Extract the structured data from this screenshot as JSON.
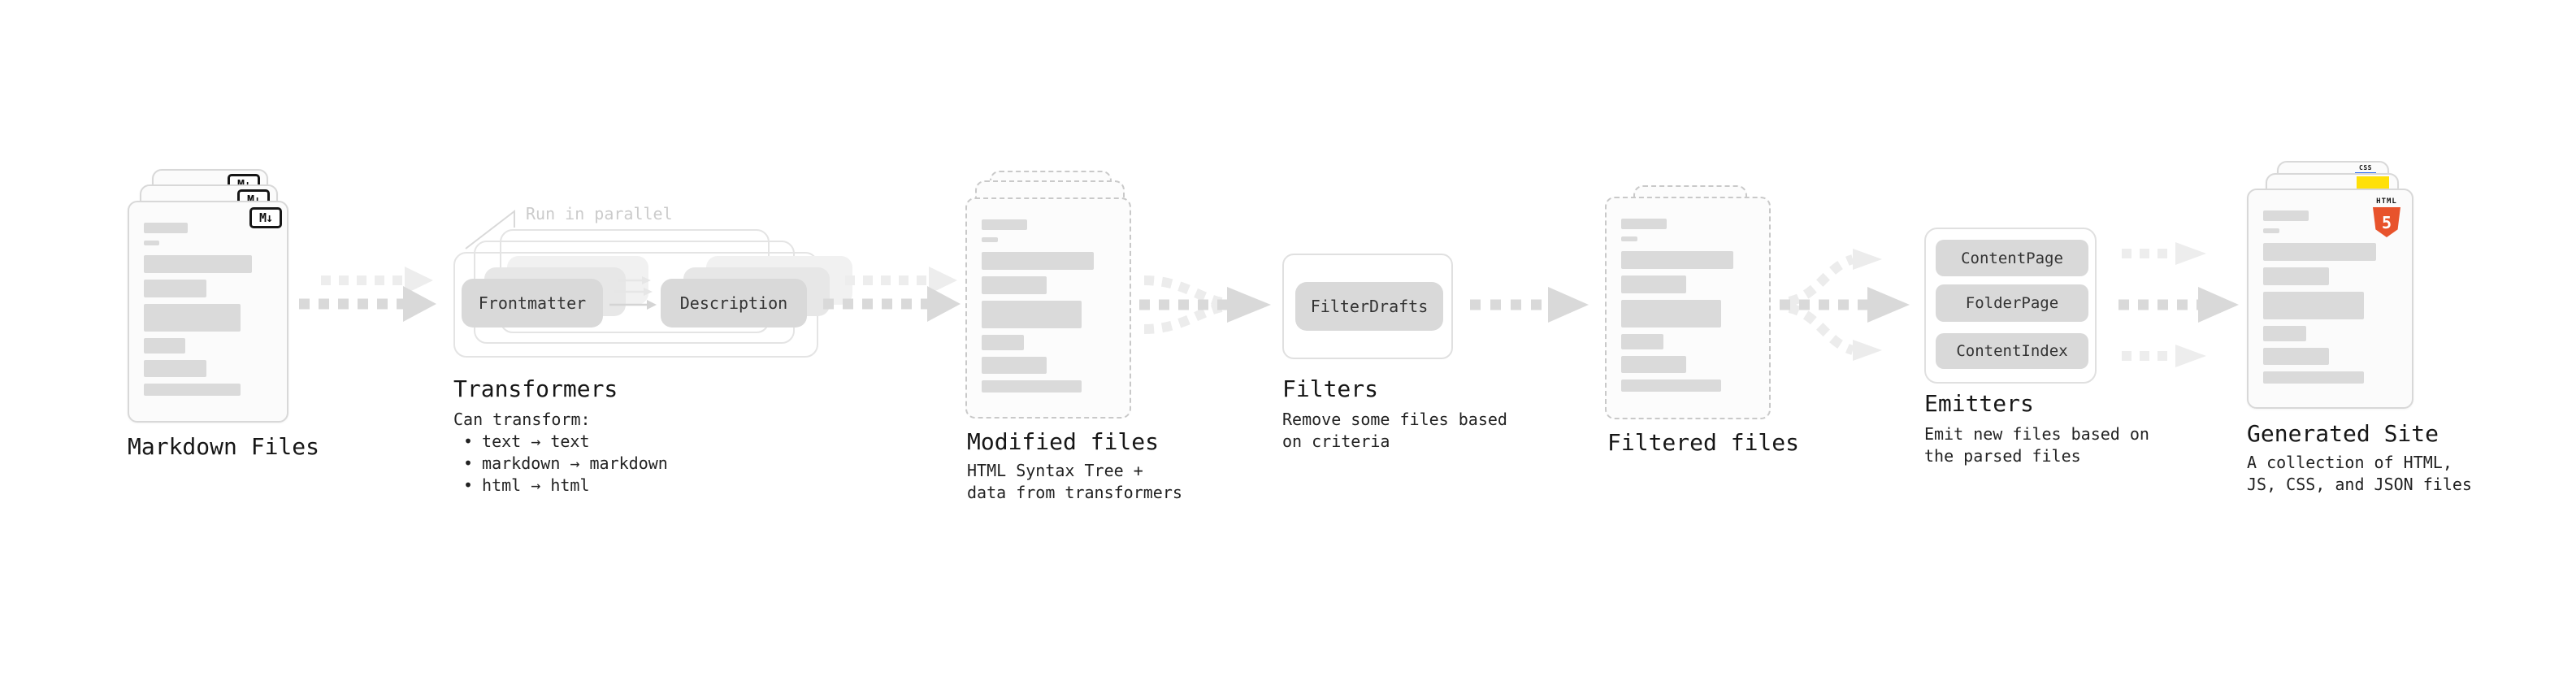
{
  "ui": {
    "bullet": "•"
  },
  "stations": {
    "markdown": {
      "title": "Markdown Files",
      "badge": "M↓"
    },
    "transformers": {
      "title": "Transformers",
      "annotation": "Run in parallel",
      "node1": "Frontmatter",
      "node2": "Description",
      "desc": "Can transform:",
      "bullets": [
        "text → text",
        "markdown → markdown",
        "html → html"
      ]
    },
    "modified": {
      "title": "Modified files",
      "desc1": "HTML Syntax Tree +",
      "desc2": "data from transformers"
    },
    "filters": {
      "title": "Filters",
      "node1": "FilterDrafts",
      "desc1": "Remove some files based",
      "desc2": "on criteria"
    },
    "filtered": {
      "title": "Filtered files"
    },
    "emitters": {
      "title": "Emitters",
      "node1": "ContentPage",
      "node2": "FolderPage",
      "node3": "ContentIndex",
      "desc1": "Emit new files based on",
      "desc2": "the parsed files"
    },
    "generated": {
      "title": "Generated Site",
      "desc1": "A collection of HTML,",
      "desc2": "JS, CSS, and JSON files",
      "badge_html_label": "HTML",
      "badge_html_number": "5",
      "badge_css": "CSS"
    }
  },
  "colors": {
    "html5_orange": "#e8532c",
    "js_yellow": "#ffe008",
    "css_blue": "#2e6bf0",
    "arrow_dark": "#d9d9d9",
    "arrow_light": "#ededed"
  },
  "doc_bars": [
    [
      34,
      13,
      0
    ],
    [
      12,
      6,
      9
    ],
    [
      84,
      22,
      12
    ],
    [
      49,
      22,
      8
    ],
    [
      75,
      34,
      8
    ],
    [
      32,
      19,
      8
    ],
    [
      49,
      21,
      8
    ],
    [
      75,
      15,
      8
    ]
  ]
}
